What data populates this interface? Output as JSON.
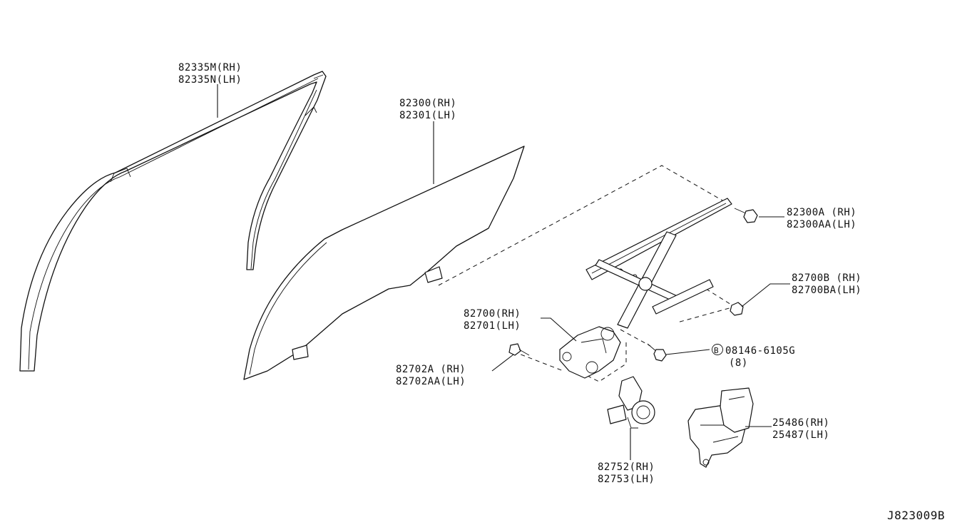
{
  "diagram_code": "J823009B",
  "callouts": {
    "sash_rh": "82335M(RH)",
    "sash_lh": "82335N(LH)",
    "glass_rh": "82300(RH)",
    "glass_lh": "82301(LH)",
    "bolt_rh": "82300A (RH)",
    "bolt_lh": "82300AA(LH)",
    "bracket_rh": "82700B (RH)",
    "bracket_lh": "82700BA(LH)",
    "regulator_rh": "82700(RH)",
    "regulator_lh": "82701(LH)",
    "bolt_b_part": "08146-6105G",
    "bolt_b_qty": "(8)",
    "bolt_b_marker": "B",
    "screw_rh": "82702A (RH)",
    "screw_lh": "82702AA(LH)",
    "motor_rh": "82752(RH)",
    "motor_lh": "82753(LH)",
    "module_rh": "25486(RH)",
    "module_lh": "25487(LH)"
  }
}
